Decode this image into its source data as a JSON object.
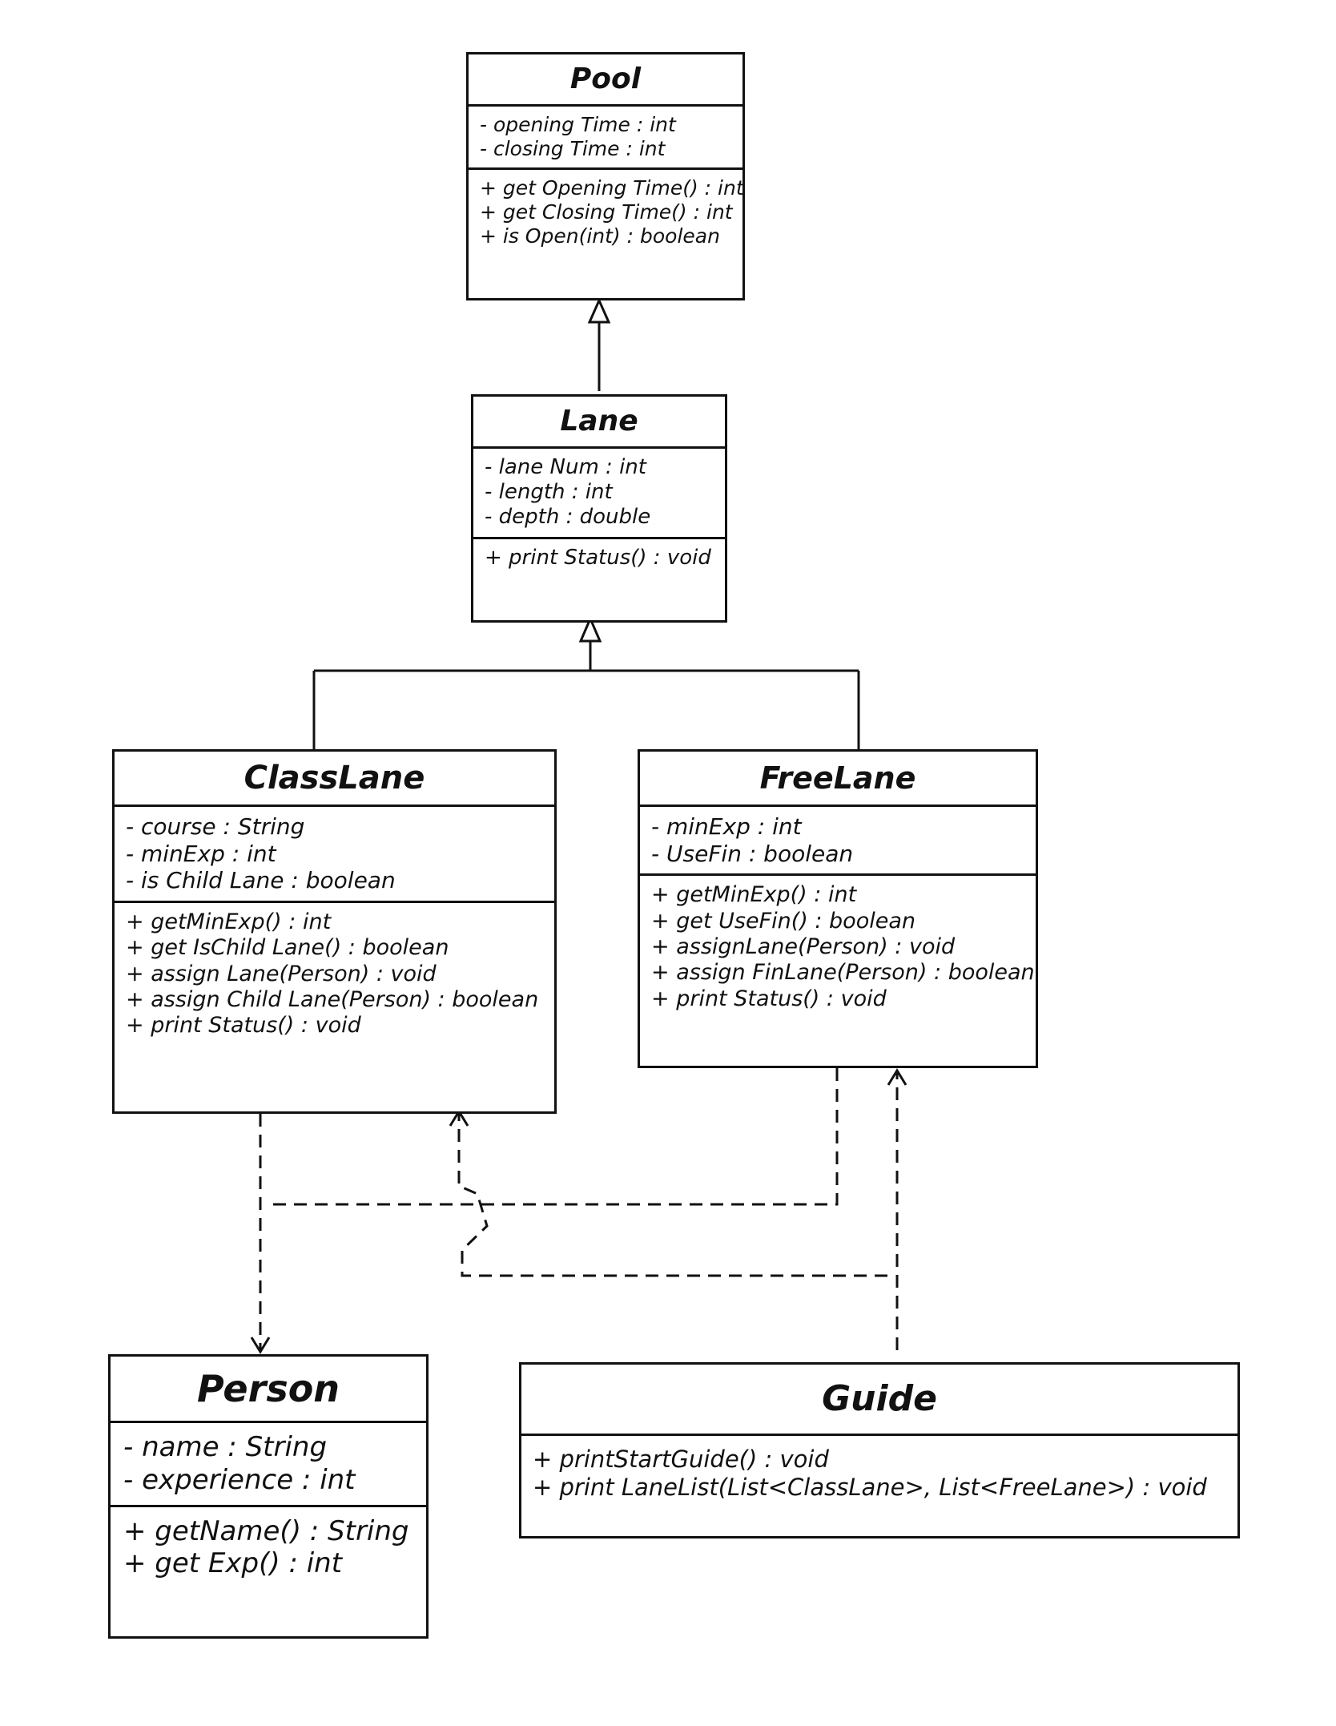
{
  "classes": {
    "pool": {
      "name": "Pool",
      "attributes": [
        "- opening Time : int",
        "- closing Time : int"
      ],
      "methods": [
        "+ get Opening Time() : int",
        "+ get Closing Time() : int",
        "+ is Open(int) : boolean"
      ]
    },
    "lane": {
      "name": "Lane",
      "attributes": [
        "- lane Num : int",
        "- length : int",
        "- depth : double"
      ],
      "methods": [
        "+ print Status() : void"
      ]
    },
    "classlane": {
      "name": "ClassLane",
      "attributes": [
        "- course : String",
        "- minExp : int",
        "- is Child Lane : boolean"
      ],
      "methods": [
        "+ getMinExp() : int",
        "+ get IsChild Lane() : boolean",
        "+ assign Lane(Person) : void",
        "+ assign Child Lane(Person) : boolean",
        "+ print Status() : void"
      ]
    },
    "freelane": {
      "name": "FreeLane",
      "attributes": [
        "- minExp : int",
        "- UseFin : boolean"
      ],
      "methods": [
        "+ getMinExp() : int",
        "+ get UseFin() : boolean",
        "+ assignLane(Person) : void",
        "+ assign FinLane(Person) : boolean",
        "+ print Status() : void"
      ]
    },
    "person": {
      "name": "Person",
      "attributes": [
        "- name : String",
        "- experience : int"
      ],
      "methods": [
        "+ getName() : String",
        "+ get Exp() : int"
      ]
    },
    "guide": {
      "name": "Guide",
      "attributes": [],
      "methods": [
        "+ printStartGuide() : void",
        "+ print LaneList(List<ClassLane>, List<FreeLane>) : void"
      ]
    }
  },
  "colors": {
    "ink": "#111111",
    "background": "#ffffff"
  }
}
